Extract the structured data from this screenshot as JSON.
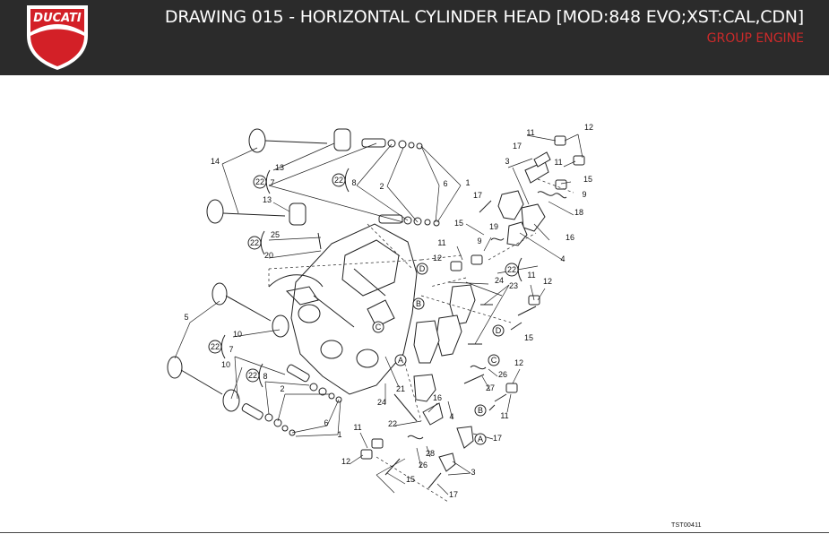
{
  "header": {
    "brand": "DUCATI",
    "title": "DRAWING 015 - HORIZONTAL CYLINDER HEAD [MOD:848 EVO;XST:CAL,CDN]",
    "subtitle": "GROUP ENGINE",
    "colors": {
      "bar": "#2b2b2b",
      "accent": "#cc2a2a"
    }
  },
  "diagram": {
    "drawing_code": "TST00411",
    "callouts": [
      {
        "id": "c1",
        "text": "14"
      },
      {
        "id": "c2",
        "text": "13"
      },
      {
        "id": "c3",
        "text": "7"
      },
      {
        "id": "c4",
        "text": "13"
      },
      {
        "id": "c5",
        "text": "8"
      },
      {
        "id": "c6",
        "text": "2"
      },
      {
        "id": "c7",
        "text": "6"
      },
      {
        "id": "c8",
        "text": "1"
      },
      {
        "id": "c9",
        "text": "25"
      },
      {
        "id": "c10",
        "text": "20"
      },
      {
        "id": "c11",
        "text": "11"
      },
      {
        "id": "c12",
        "text": "12"
      },
      {
        "id": "c13",
        "text": "17"
      },
      {
        "id": "c14",
        "text": "3"
      },
      {
        "id": "c15",
        "text": "11"
      },
      {
        "id": "c16",
        "text": "15"
      },
      {
        "id": "c17",
        "text": "9"
      },
      {
        "id": "c18",
        "text": "18"
      },
      {
        "id": "c19",
        "text": "17"
      },
      {
        "id": "c20",
        "text": "16"
      },
      {
        "id": "c21",
        "text": "15"
      },
      {
        "id": "c22",
        "text": "19"
      },
      {
        "id": "c23",
        "text": "11"
      },
      {
        "id": "c24",
        "text": "9"
      },
      {
        "id": "c25",
        "text": "12"
      },
      {
        "id": "c26",
        "text": "4"
      },
      {
        "id": "c27",
        "text": "24"
      },
      {
        "id": "c28",
        "text": "23"
      },
      {
        "id": "c29",
        "text": "11"
      },
      {
        "id": "c30",
        "text": "12"
      },
      {
        "id": "c31",
        "text": "15"
      },
      {
        "id": "c32",
        "text": "5"
      },
      {
        "id": "c33",
        "text": "10"
      },
      {
        "id": "c34",
        "text": "7"
      },
      {
        "id": "c35",
        "text": "10"
      },
      {
        "id": "c36",
        "text": "8"
      },
      {
        "id": "c37",
        "text": "2"
      },
      {
        "id": "c38",
        "text": "6"
      },
      {
        "id": "c39",
        "text": "1"
      },
      {
        "id": "c40",
        "text": "21"
      },
      {
        "id": "c41",
        "text": "24"
      },
      {
        "id": "c42",
        "text": "22"
      },
      {
        "id": "c43",
        "text": "16"
      },
      {
        "id": "c44",
        "text": "4"
      },
      {
        "id": "c45",
        "text": "26"
      },
      {
        "id": "c46",
        "text": "27"
      },
      {
        "id": "c47",
        "text": "12"
      },
      {
        "id": "c48",
        "text": "11"
      },
      {
        "id": "c49",
        "text": "17"
      },
      {
        "id": "c50",
        "text": "11"
      },
      {
        "id": "c51",
        "text": "12"
      },
      {
        "id": "c52",
        "text": "28"
      },
      {
        "id": "c53",
        "text": "26"
      },
      {
        "id": "c54",
        "text": "3"
      },
      {
        "id": "c55",
        "text": "15"
      },
      {
        "id": "c56",
        "text": "17"
      }
    ],
    "kit_markers": [
      {
        "id": "k1",
        "text": "22"
      },
      {
        "id": "k2",
        "text": "22"
      },
      {
        "id": "k3",
        "text": "22"
      },
      {
        "id": "k4",
        "text": "22"
      },
      {
        "id": "k5",
        "text": "22"
      },
      {
        "id": "k6",
        "text": "22"
      }
    ],
    "ref_markers": [
      {
        "id": "r1",
        "text": "D"
      },
      {
        "id": "r2",
        "text": "B"
      },
      {
        "id": "r3",
        "text": "C"
      },
      {
        "id": "r4",
        "text": "A"
      },
      {
        "id": "r5",
        "text": "D"
      },
      {
        "id": "r6",
        "text": "C"
      },
      {
        "id": "r7",
        "text": "B"
      },
      {
        "id": "r8",
        "text": "A"
      }
    ]
  }
}
